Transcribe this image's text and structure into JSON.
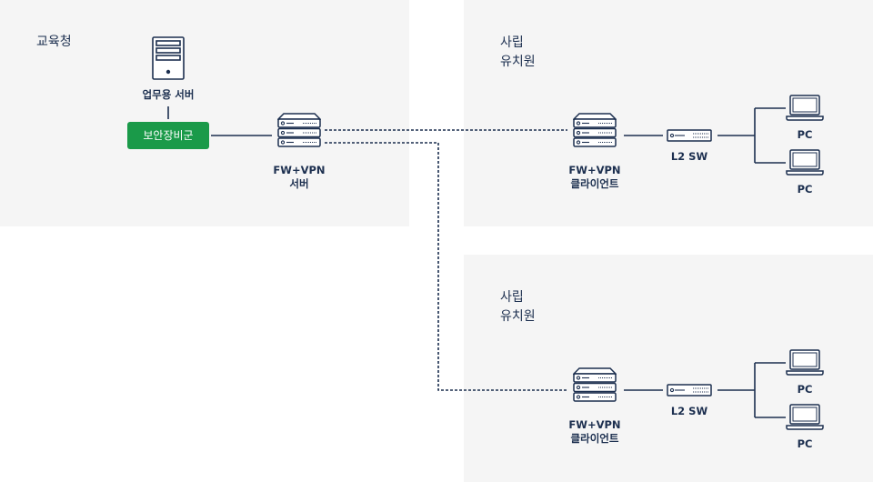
{
  "colors": {
    "zone_bg": "#f5f5f5",
    "ink": "#1c2f4f",
    "accent_green": "#1a9a49"
  },
  "zones": {
    "office": {
      "title": "교육청"
    },
    "kinder1": {
      "title_line1": "사립",
      "title_line2": "유치원"
    },
    "kinder2": {
      "title_line1": "사립",
      "title_line2": "유치원"
    }
  },
  "nodes": {
    "business_server": {
      "label": "업무용 서버",
      "icon": "tower-server-icon"
    },
    "security_group": {
      "label": "보안장비군"
    },
    "fw_vpn_server": {
      "label_line1": "FW+VPN",
      "label_line2": "서버",
      "icon": "rack-server-icon"
    },
    "fw_vpn_client_1": {
      "label_line1": "FW+VPN",
      "label_line2": "클라이언트",
      "icon": "rack-server-icon"
    },
    "l2_switch_1": {
      "label": "L2 SW",
      "icon": "switch-icon"
    },
    "pc_1a": {
      "label": "PC",
      "icon": "laptop-icon"
    },
    "pc_1b": {
      "label": "PC",
      "icon": "laptop-icon"
    },
    "fw_vpn_client_2": {
      "label_line1": "FW+VPN",
      "label_line2": "클라이언트",
      "icon": "rack-server-icon"
    },
    "l2_switch_2": {
      "label": "L2 SW",
      "icon": "switch-icon"
    },
    "pc_2a": {
      "label": "PC",
      "icon": "laptop-icon"
    },
    "pc_2b": {
      "label": "PC",
      "icon": "laptop-icon"
    }
  },
  "connections": [
    {
      "from": "business_server",
      "to": "security_group",
      "style": "solid"
    },
    {
      "from": "security_group",
      "to": "fw_vpn_server",
      "style": "solid"
    },
    {
      "from": "fw_vpn_server",
      "to": "fw_vpn_client_1",
      "style": "dotted"
    },
    {
      "from": "fw_vpn_server",
      "to": "fw_vpn_client_2",
      "style": "dotted"
    },
    {
      "from": "fw_vpn_client_1",
      "to": "l2_switch_1",
      "style": "solid"
    },
    {
      "from": "l2_switch_1",
      "to": "pc_1a",
      "style": "solid"
    },
    {
      "from": "l2_switch_1",
      "to": "pc_1b",
      "style": "solid"
    },
    {
      "from": "fw_vpn_client_2",
      "to": "l2_switch_2",
      "style": "solid"
    },
    {
      "from": "l2_switch_2",
      "to": "pc_2a",
      "style": "solid"
    },
    {
      "from": "l2_switch_2",
      "to": "pc_2b",
      "style": "solid"
    }
  ]
}
